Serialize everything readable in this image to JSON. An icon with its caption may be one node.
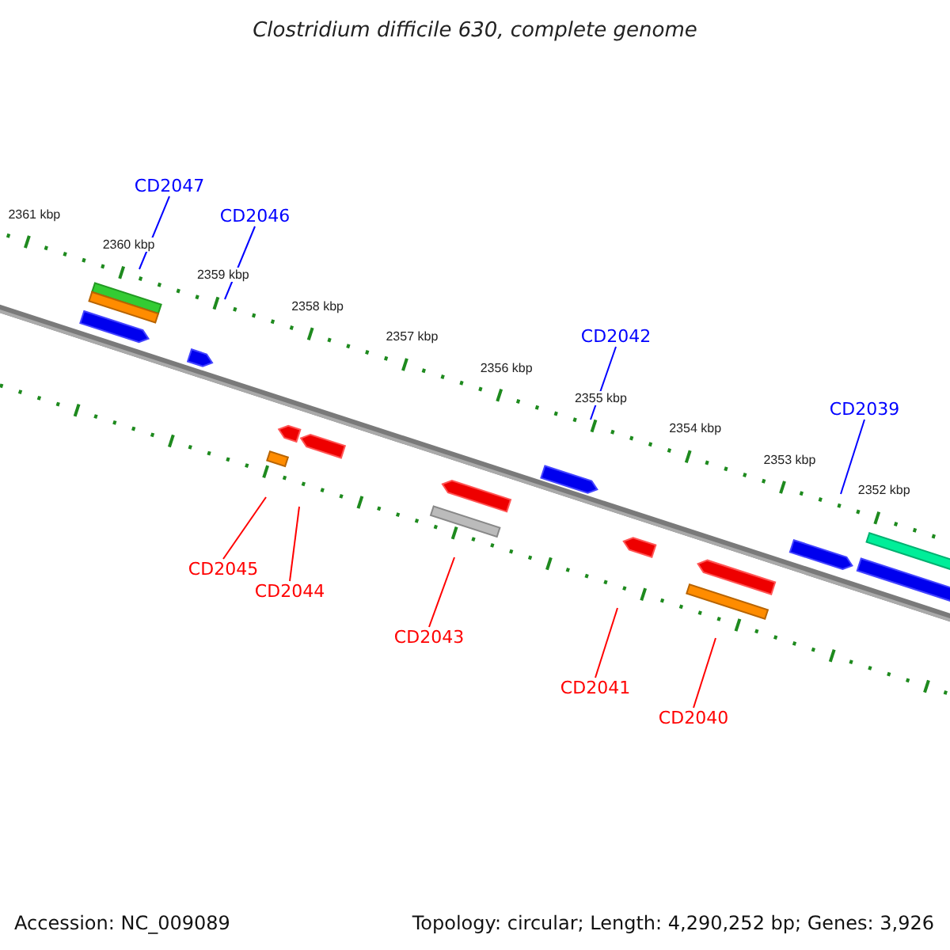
{
  "diagram": {
    "title": "Clostridium difficile 630, complete genome",
    "nodes": [
      {
        "text": [
          "CD2047"
        ]
      },
      {
        "text": [
          "CD2046"
        ]
      },
      {
        "text": [
          "CD2042"
        ]
      },
      {
        "text": [
          "CD2039"
        ]
      },
      {
        "text": [
          "CD2045"
        ]
      },
      {
        "text": [
          "CD2044"
        ]
      },
      {
        "text": [
          "CD2043"
        ]
      },
      {
        "text": [
          "CD2041"
        ]
      },
      {
        "text": [
          "CD2040"
        ]
      }
    ],
    "edges": [
      {
        "from": 0,
        "to": null,
        "arrow": "none",
        "color": "#0000ff"
      },
      {
        "from": 1,
        "to": null,
        "arrow": "none",
        "color": "#0000ff"
      },
      {
        "from": 2,
        "to": null,
        "arrow": "none",
        "color": "#0000ff"
      },
      {
        "from": 3,
        "to": null,
        "arrow": "none",
        "color": "#0000ff"
      },
      {
        "from": 4,
        "to": null,
        "arrow": "none",
        "color": "#ff0000"
      },
      {
        "from": 5,
        "to": null,
        "arrow": "none",
        "color": "#ff0000"
      },
      {
        "from": 6,
        "to": null,
        "arrow": "none",
        "color": "#ff0000"
      },
      {
        "from": 7,
        "to": null,
        "arrow": "none",
        "color": "#ff0000"
      },
      {
        "from": 8,
        "to": null,
        "arrow": "none",
        "color": "#ff0000"
      }
    ],
    "labels": [
      "2361 kbp",
      "2360 kbp",
      "2359 kbp",
      "2358 kbp",
      "2357 kbp",
      "2356 kbp",
      "2355 kbp",
      "2354 kbp",
      "2353 kbp",
      "2352 kbp",
      "Accession: NC_009089",
      "Topology: circular; Length: 4,290,252 bp; Genes: 3,926"
    ]
  }
}
